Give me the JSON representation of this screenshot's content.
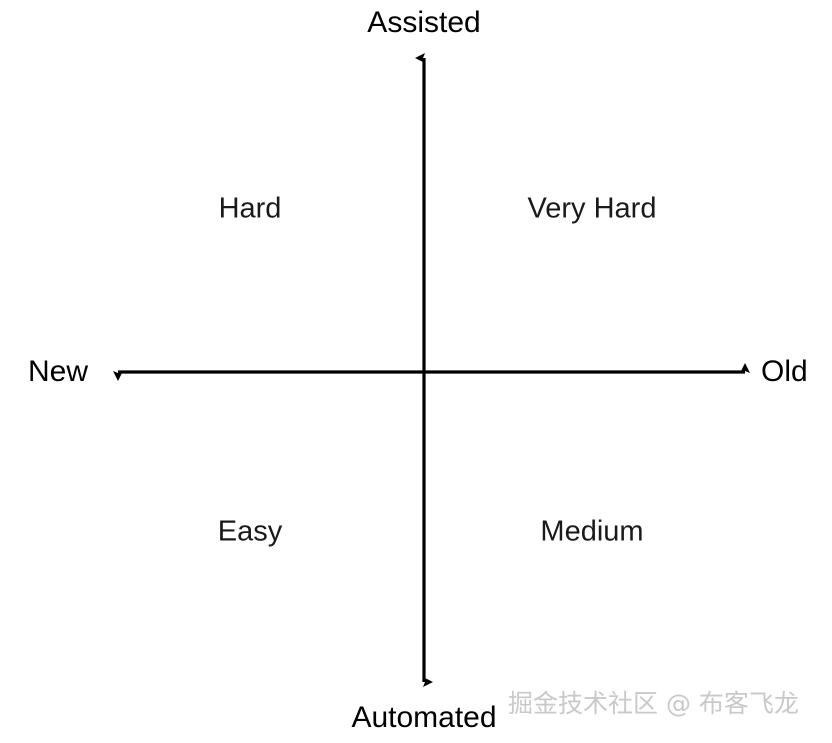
{
  "diagram": {
    "type": "quadrant-matrix",
    "background_color": "#ffffff",
    "axis_color": "#000000",
    "text_color": "#1a1a1a",
    "vertical_axis": {
      "top_label": "Assisted",
      "bottom_label": "Automated"
    },
    "horizontal_axis": {
      "left_label": "New",
      "right_label": "Old"
    },
    "quadrants": [
      {
        "id": "top-left",
        "label": "Hard",
        "x_side": "New",
        "y_side": "Assisted"
      },
      {
        "id": "top-right",
        "label": "Very Hard",
        "x_side": "Old",
        "y_side": "Assisted"
      },
      {
        "id": "bottom-left",
        "label": "Easy",
        "x_side": "New",
        "y_side": "Automated"
      },
      {
        "id": "bottom-right",
        "label": "Medium",
        "x_side": "Old",
        "y_side": "Automated"
      }
    ]
  },
  "watermark": {
    "text": "掘金技术社区 @ 布客飞龙",
    "color": "#c9c9c9"
  }
}
